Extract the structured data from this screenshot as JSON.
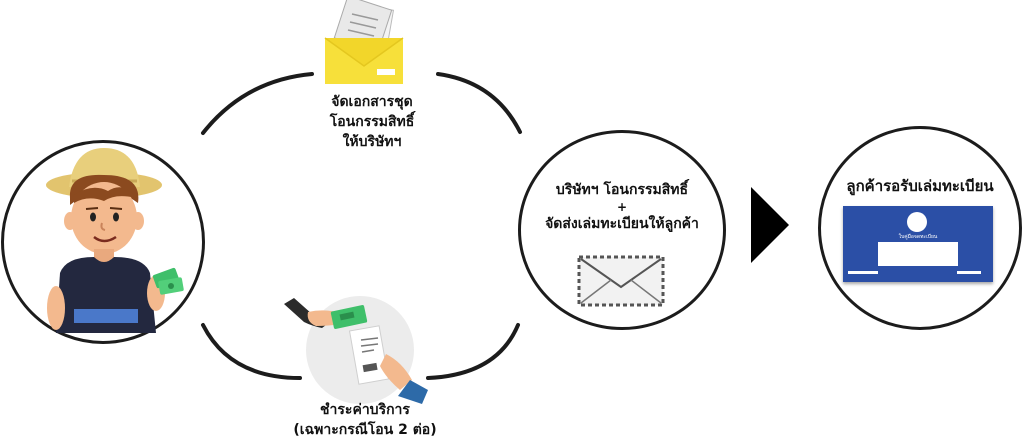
{
  "steps": {
    "documents": {
      "line1": "จัดเอกสารชุด",
      "line2": "โอนกรรมสิทธิ์",
      "line3": "ให้บริษัทฯ"
    },
    "company": {
      "line1": "บริษัทฯ โอนกรรมสิทธิ์",
      "plus": "+",
      "line2": "จัดส่งเล่มทะเบียนให้ลูกค้า"
    },
    "payment": {
      "line1": "ชำระค่าบริการ",
      "line2": "(เฉพาะกรณีโอน 2 ต่อ)"
    },
    "receive": {
      "title": "ลูกค้ารอรับเล่มทะเบียน"
    }
  },
  "registration_book": {
    "header_text": "ใบคู่มือจดทะเบียน"
  },
  "colors": {
    "outline": "#1c1c1c",
    "envelope_yellow": "#f7e03a",
    "book_blue": "#2b4fa6",
    "cash_green": "#3fbf6a",
    "arrow": "#000000"
  },
  "icons": {
    "customer": "farmer-holding-cash-icon",
    "documents": "yellow-envelope-with-papers-icon",
    "payment": "hand-giving-cash-for-receipt-icon",
    "mail": "mail-envelope-icon",
    "next": "black-triangle-arrow-icon",
    "book": "registration-book-icon"
  }
}
